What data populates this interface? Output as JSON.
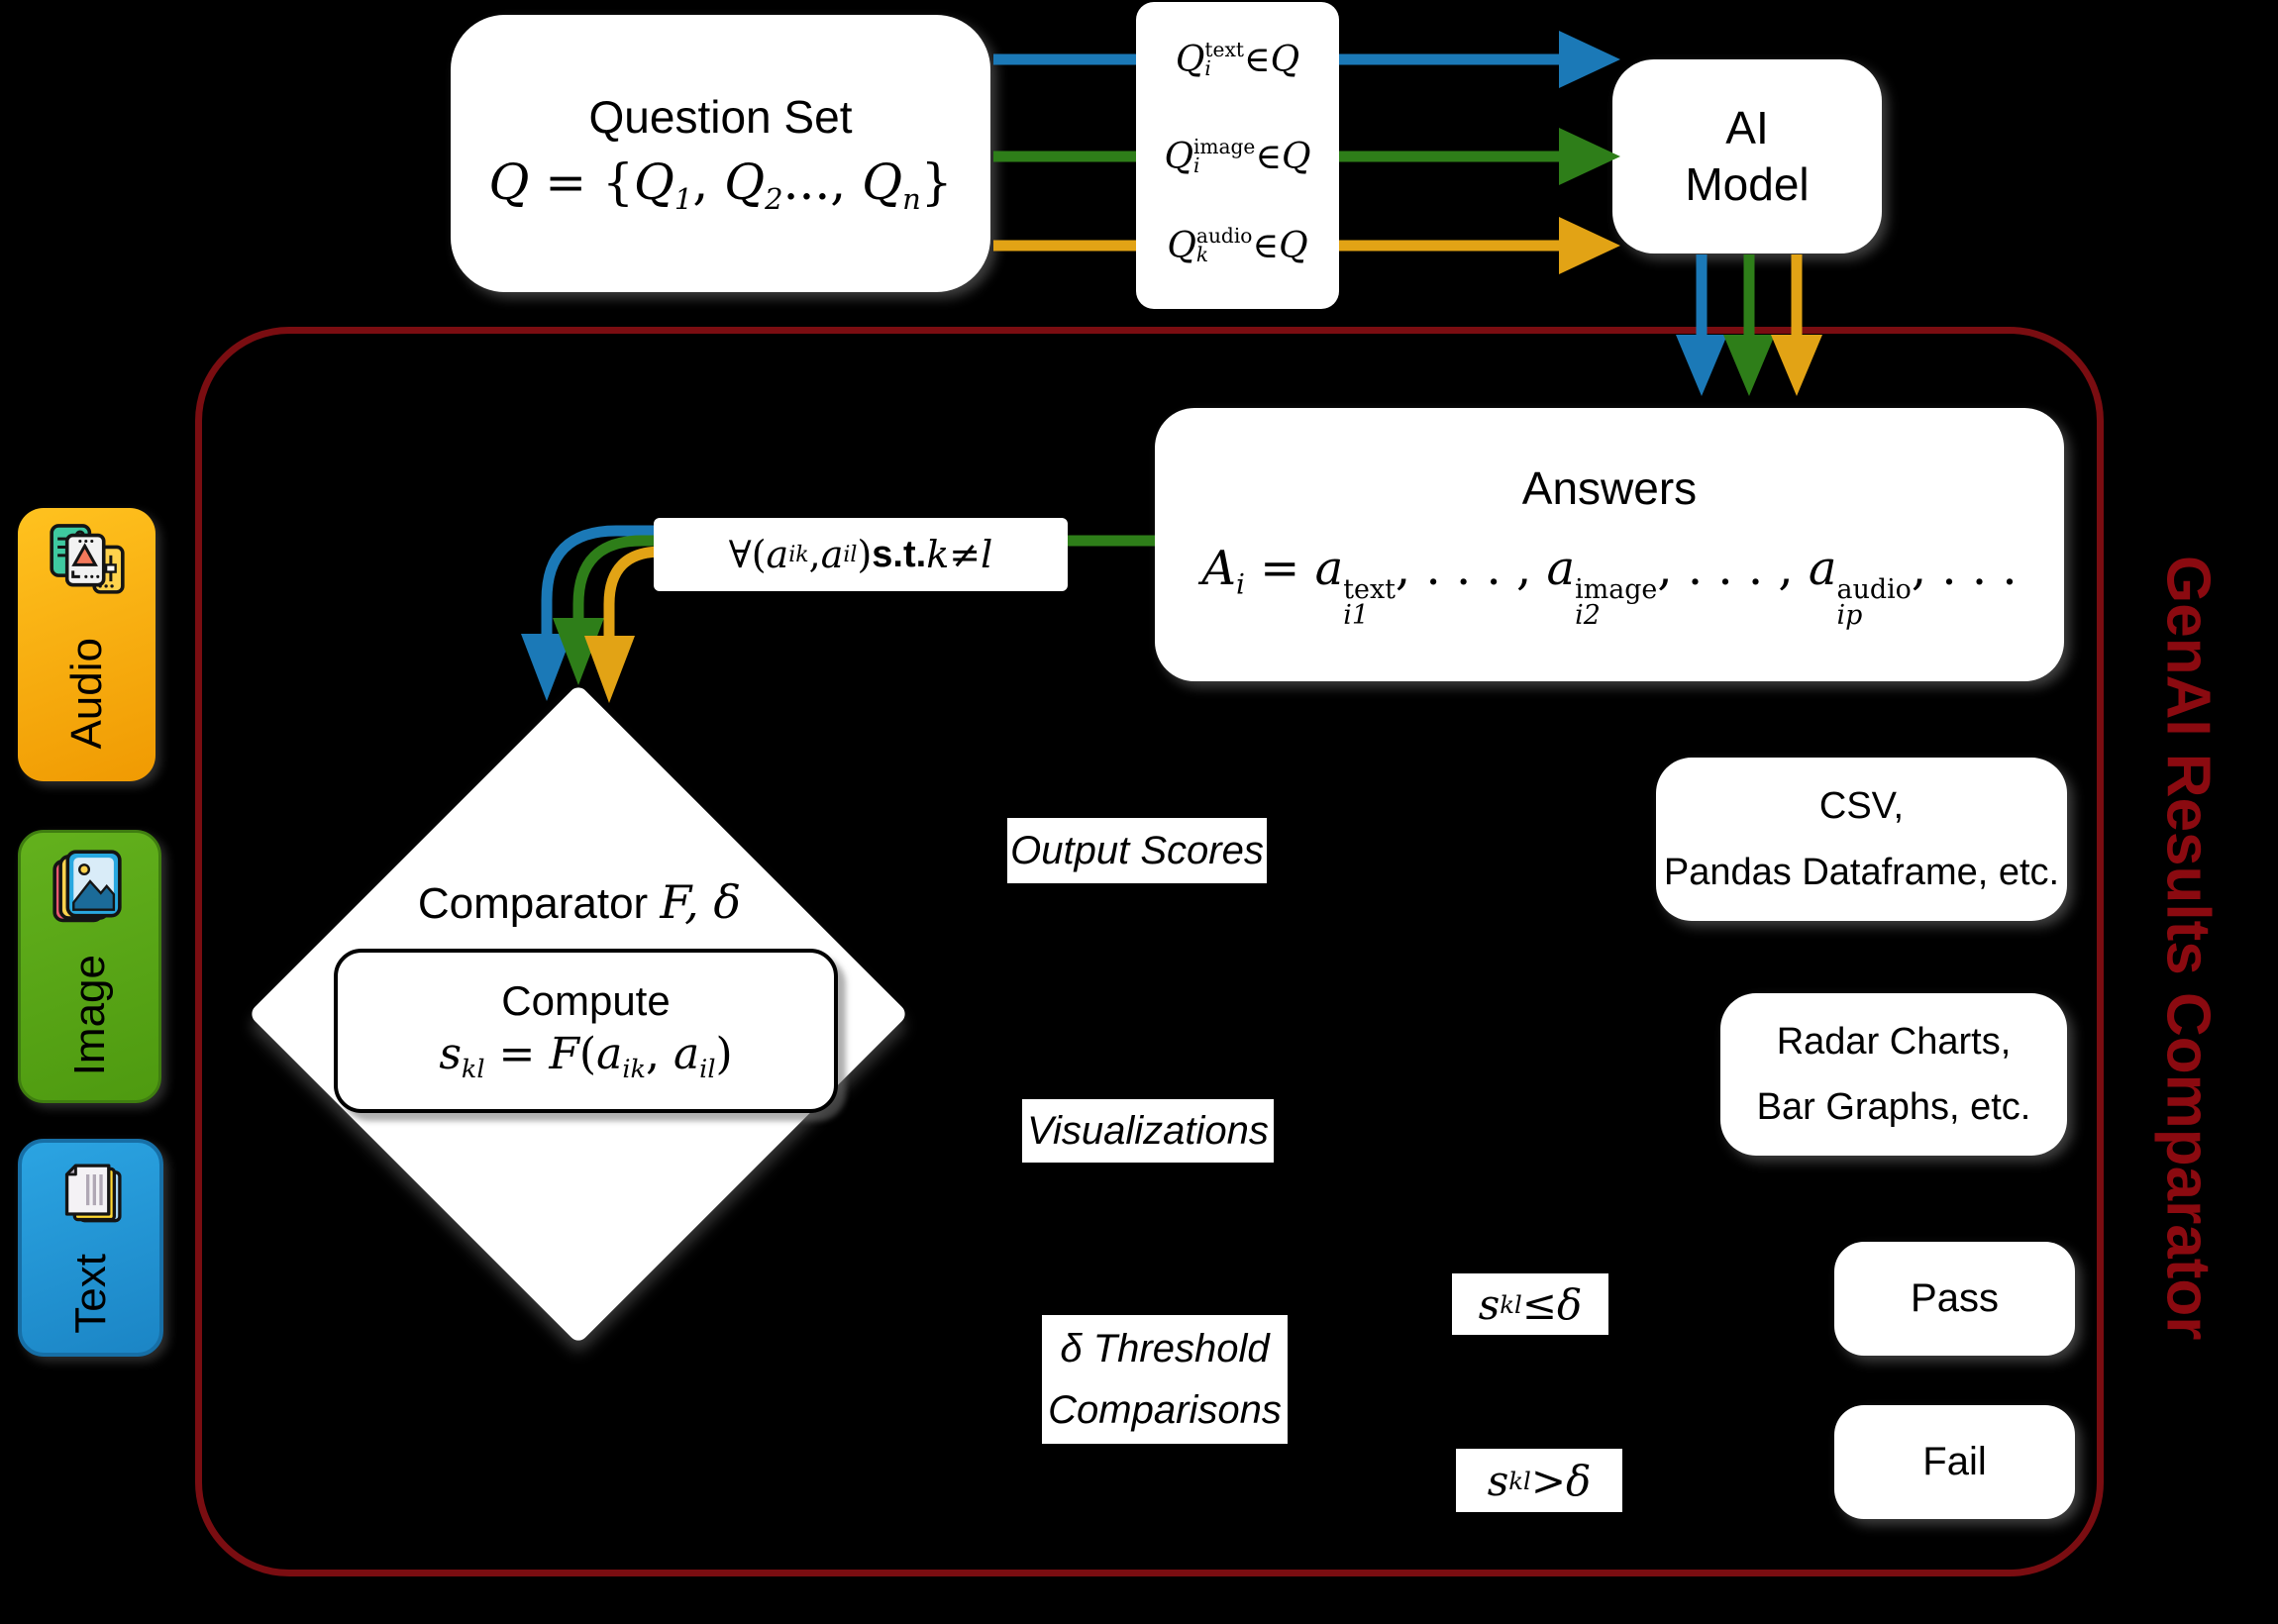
{
  "colors": {
    "blue": "#1b79b7",
    "green": "#2e7e19",
    "orange": "#e2a315",
    "frame": "#7a0d11",
    "frame-text": "#8b0a10",
    "audio-top": "#ffc21f",
    "audio-bottom": "#f09a02",
    "image-top": "#63b11d",
    "image-bottom": "#4e9a10",
    "text-top": "#2ba4e2",
    "text-bottom": "#1b85c5"
  },
  "question_set": {
    "title": "Question Set",
    "formula": {
      "lhs": "Q",
      "eq": " = ",
      "open": "{",
      "q1": "Q",
      "q1_sub": "1",
      "comma1": ", ",
      "q2": "Q",
      "q2_sub": "2",
      "dots": "..., ",
      "qn": "Q",
      "qn_sub": "n",
      "close": "}"
    }
  },
  "flow_labels": [
    {
      "base": "Q",
      "sup": "text",
      "sub": "i",
      "rel": " ∈ ",
      "set": "Q"
    },
    {
      "base": "Q",
      "sup": "image",
      "sub": "i",
      "rel": " ∈ ",
      "set": "Q"
    },
    {
      "base": "Q",
      "sup": "audio",
      "sub": "k",
      "rel": " ∈ ",
      "set": "Q"
    }
  ],
  "ai_model": {
    "line1": "AI",
    "line2": "Model"
  },
  "frame": {
    "title": "GenAI Results Comparator"
  },
  "answers": {
    "title": "Answers",
    "formula": {
      "lhs": "A",
      "lhs_sub": "i",
      "eq": " = ",
      "t1": "a",
      "t1_sub": "i1",
      "t1_sup": "text",
      "d1": ", . . . , ",
      "t2": "a",
      "t2_sub": "i2",
      "t2_sup": "image",
      "d2": ", . . . , ",
      "t3": "a",
      "t3_sub": "ip",
      "t3_sup": "audio",
      "d3": ", . . ."
    }
  },
  "pair_label": {
    "forall": "∀(",
    "a1": "a",
    "a1_sub": "ik",
    "comma": ", ",
    "a2": "a",
    "a2_sub": "il",
    "close": ") ",
    "st": "s.t.",
    "k": " k",
    "neq": " ≠ ",
    "l": "l"
  },
  "comparator": {
    "title_text": "Comparator ",
    "title_math": "F, δ",
    "compute_title": "Compute",
    "formula": {
      "s": "s",
      "s_sub": "kl",
      "eq": " = ",
      "f": "F",
      "open": "(",
      "a1": "a",
      "a1_sub": "ik",
      "comma": ", ",
      "a2": "a",
      "a2_sub": "il",
      "close": ")"
    }
  },
  "middle_labels": {
    "scores": "Output Scores",
    "viz": "Visualizations",
    "threshold_line1": "δ Threshold",
    "threshold_line2": "Comparisons"
  },
  "result_boxes": {
    "csv_line1": "CSV,",
    "csv_line2": "Pandas Dataframe, etc.",
    "viz_line1": "Radar Charts,",
    "viz_line2": "Bar Graphs, etc.",
    "pass": "Pass",
    "fail": "Fail"
  },
  "conditions": [
    {
      "s": "s",
      "sub": "kl",
      "op": " ≤ ",
      "delta": "δ"
    },
    {
      "s": "s",
      "sub": "kl",
      "op": " > ",
      "delta": "δ"
    }
  ],
  "modality_cards": [
    {
      "label": "Audio",
      "icon": "audio-media-cards-icon"
    },
    {
      "label": "Image",
      "icon": "image-photos-stack-icon"
    },
    {
      "label": "Text",
      "icon": "text-documents-stack-icon"
    }
  ]
}
